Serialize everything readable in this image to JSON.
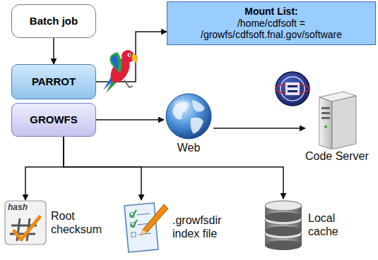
{
  "diagram": {
    "nodes": [
      {
        "text": [
          "Batch job"
        ]
      },
      {
        "text": [
          "Mount List:",
          "/home/cdfsoft = /growfs/cdfsoft.fnal.gov/software"
        ]
      },
      {
        "text": [
          "PARROT"
        ]
      },
      {
        "text": [
          "GROWFS"
        ]
      },
      {
        "text": [
          "Web"
        ]
      },
      {
        "text": [
          "Code Server"
        ]
      },
      {
        "text": [
          "Root checksum"
        ]
      },
      {
        "text": [
          ".growfsdir index file"
        ]
      },
      {
        "text": [
          "Local cache"
        ]
      }
    ],
    "edges": [
      {
        "from": 0,
        "to": 2,
        "arrow": "to"
      },
      {
        "from": 2,
        "to": 1,
        "arrow": "to"
      },
      {
        "from": 3,
        "to": 4,
        "arrow": "to"
      },
      {
        "from": 4,
        "to": 5,
        "arrow": "to"
      },
      {
        "from": 3,
        "to": 6,
        "arrow": "to"
      },
      {
        "from": 3,
        "to": 7,
        "arrow": "to"
      },
      {
        "from": 3,
        "to": 8,
        "arrow": "to"
      }
    ],
    "labels": [
      "hash"
    ]
  }
}
